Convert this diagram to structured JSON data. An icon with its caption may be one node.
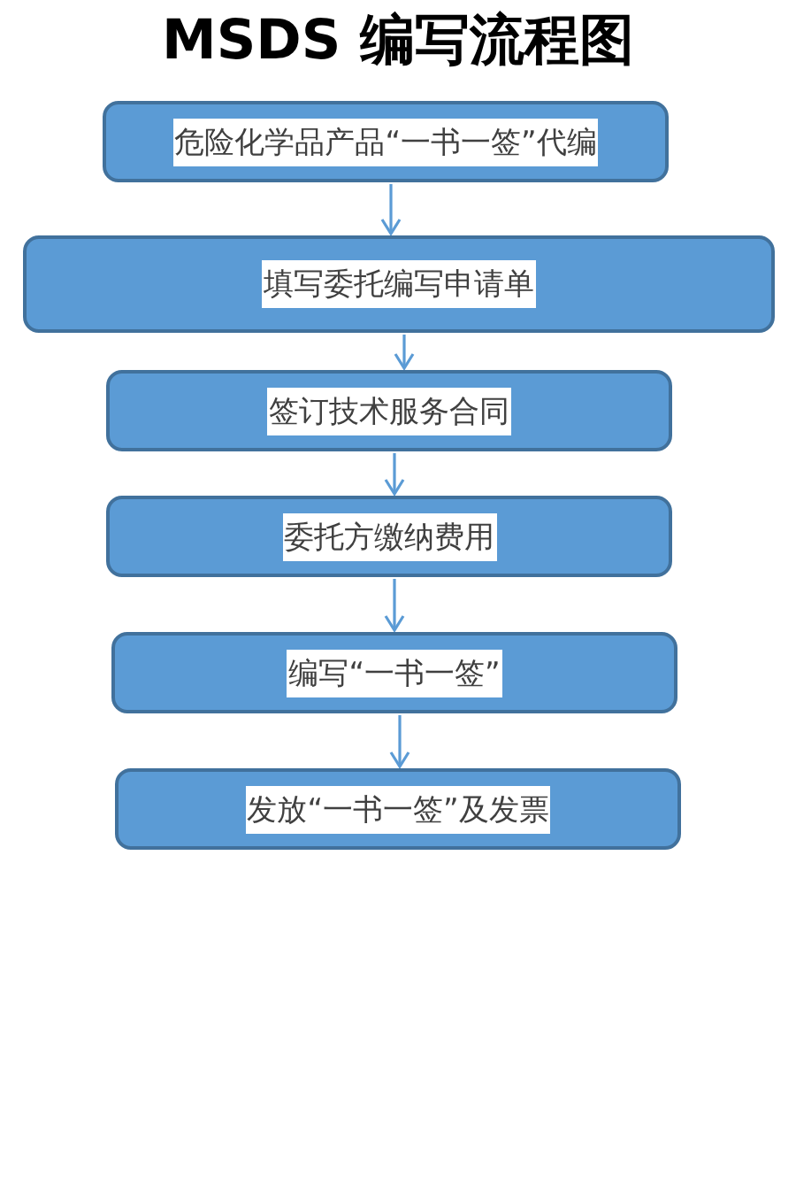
{
  "diagram": {
    "title": "MSDS 编写流程图",
    "nodes": [
      {
        "text": [
          "危险化学品产品“一书一签”代编"
        ]
      },
      {
        "text": [
          "填写委托编写申请单"
        ]
      },
      {
        "text": [
          "签订技术服务合同"
        ]
      },
      {
        "text": [
          "委托方缴纳费用"
        ]
      },
      {
        "text": [
          "编写“一书一签”"
        ]
      },
      {
        "text": [
          "发放“一书一签”及发票"
        ]
      }
    ],
    "edges": [
      {
        "from": 0,
        "to": 1,
        "arrow": "to"
      },
      {
        "from": 1,
        "to": 2,
        "arrow": "to"
      },
      {
        "from": 2,
        "to": 3,
        "arrow": "to"
      },
      {
        "from": 3,
        "to": 4,
        "arrow": "to"
      },
      {
        "from": 4,
        "to": 5,
        "arrow": "to"
      }
    ]
  }
}
